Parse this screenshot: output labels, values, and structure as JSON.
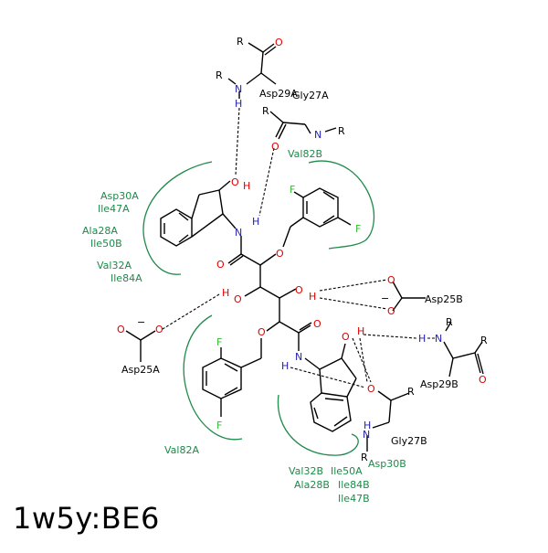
{
  "title": "1w5y:BE6",
  "colors": {
    "oxygen": "#e00000",
    "nitrogen": "#1f1fb0",
    "fluorine": "#33bb33",
    "residue": "#1e8a4a",
    "bond": "#000000"
  },
  "residues": {
    "asp30a": "Asp30A",
    "ile47a": "Ile47A",
    "ala28a": "Ala28A",
    "ile50b": "Ile50B",
    "val32a": "Val32A",
    "ile84a": "Ile84A",
    "val82b": "Val82B",
    "val82a": "Val82A",
    "asp25b": "Asp25B",
    "asp25a": "Asp25A",
    "asp29a": "Asp29A",
    "gly27a": "Gly27A",
    "asp29b": "Asp29B",
    "gly27b": "Gly27B",
    "asp30b": "Asp30B",
    "val32b": "Val32B",
    "ile50a": "Ile50A",
    "ala28b": "Ala28B",
    "ile84b": "Ile84B",
    "ile47b": "Ile47B"
  },
  "atoms": {
    "O": "O",
    "N": "N",
    "H": "H",
    "F": "F",
    "R": "R",
    "minus": "−"
  }
}
